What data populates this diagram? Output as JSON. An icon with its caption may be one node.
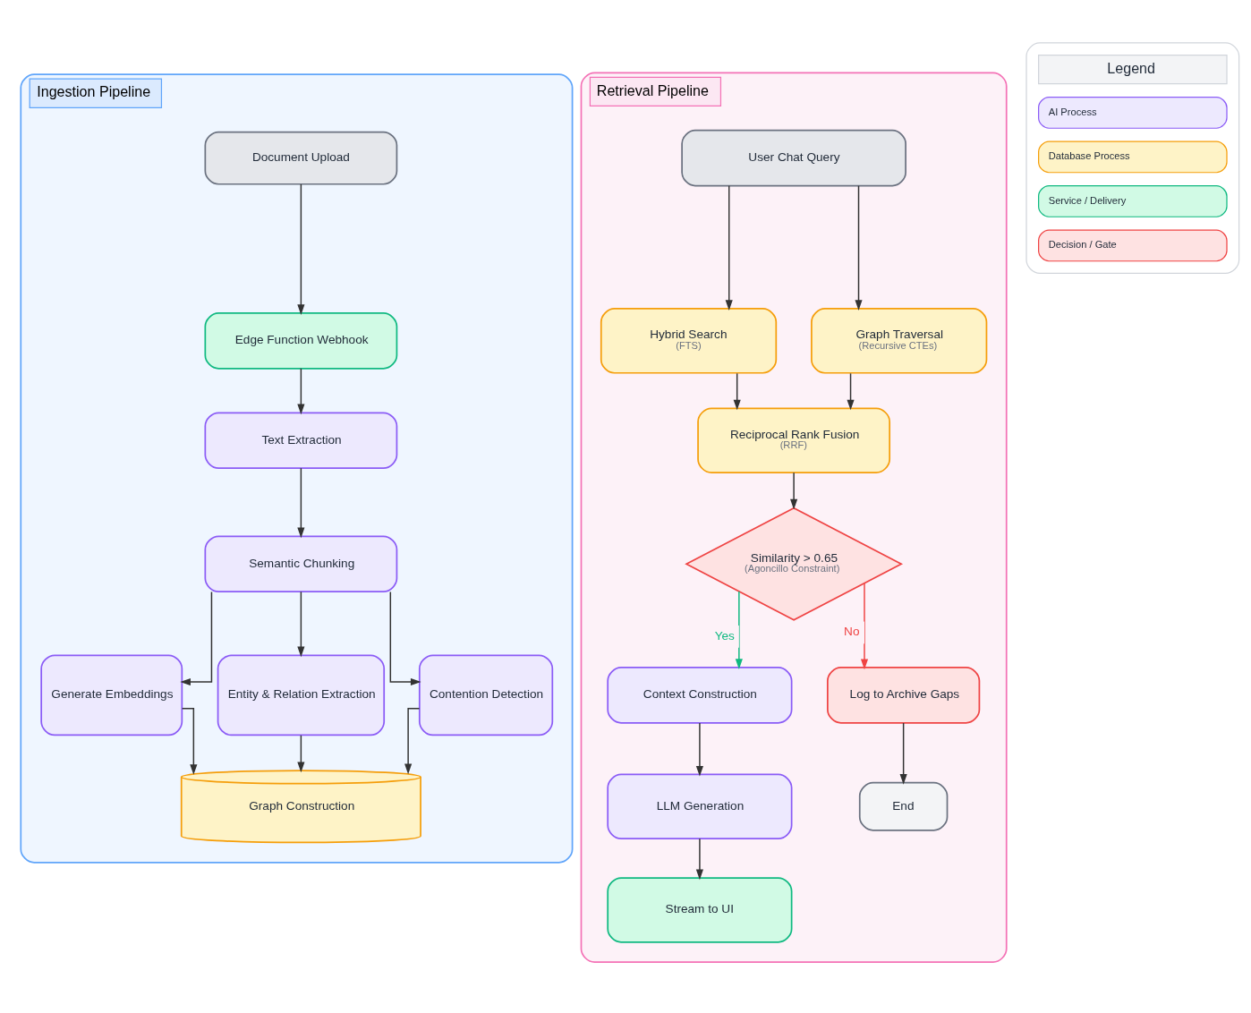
{
  "diagram": {
    "nodes": [
      {
        "text": [
          "Ingestion Pipeline"
        ]
      },
      {
        "text": [
          "Document Upload"
        ],
        "in": 0
      },
      {
        "text": [
          "Edge Function Webhook"
        ],
        "in": 0
      },
      {
        "text": [
          "Text Extraction"
        ],
        "in": 0
      },
      {
        "text": [
          "Semantic Chunking"
        ],
        "in": 0
      },
      {
        "text": [
          "Generate Embeddings"
        ],
        "in": 0
      },
      {
        "text": [
          "Entity & Relation Extraction"
        ],
        "in": 0
      },
      {
        "text": [
          "Contention Detection"
        ],
        "in": 0
      },
      {
        "text": [
          "Graph Construction"
        ],
        "in": 0
      },
      {
        "text": [
          "Retrieval Pipeline"
        ]
      },
      {
        "text": [
          "User Chat Query"
        ],
        "in": 9
      },
      {
        "text": [
          "Hybrid Search",
          "(FTS)"
        ],
        "in": 9
      },
      {
        "text": [
          "Graph Traversal",
          "(Recursive CTEs)"
        ],
        "in": 9
      },
      {
        "text": [
          "Reciprocal Rank Fusion",
          "(RRF)"
        ],
        "in": 9
      },
      {
        "text": [
          "Similarity > 0.65",
          "(Agoncillo Constraint)"
        ],
        "in": 9
      },
      {
        "text": [
          "Context Construction"
        ],
        "in": 9
      },
      {
        "text": [
          "LLM Generation"
        ],
        "in": 9
      },
      {
        "text": [
          "Stream to UI"
        ],
        "in": 9
      },
      {
        "text": [
          "Log to Archive Gaps"
        ],
        "in": 9
      },
      {
        "text": [
          "End"
        ],
        "in": 9
      }
    ],
    "edges": [
      {
        "from": 1,
        "to": 2,
        "arrow": "to"
      },
      {
        "from": 2,
        "to": 3,
        "arrow": "to"
      },
      {
        "from": 3,
        "to": 4,
        "arrow": "to"
      },
      {
        "from": 4,
        "to": 5,
        "arrow": "to"
      },
      {
        "from": 4,
        "to": 6,
        "arrow": "to"
      },
      {
        "from": 4,
        "to": 7,
        "arrow": "to"
      },
      {
        "from": 5,
        "to": 8,
        "arrow": "to"
      },
      {
        "from": 6,
        "to": 8,
        "arrow": "to"
      },
      {
        "from": 7,
        "to": 8,
        "arrow": "to"
      },
      {
        "from": 10,
        "to": 11,
        "arrow": "to"
      },
      {
        "from": 10,
        "to": 12,
        "arrow": "to"
      },
      {
        "from": 11,
        "to": 13,
        "arrow": "to"
      },
      {
        "from": 12,
        "to": 13,
        "arrow": "to"
      },
      {
        "from": 13,
        "to": 14,
        "arrow": "to"
      },
      {
        "from": 14,
        "to": 15,
        "arrow": "to",
        "label": "Yes",
        "color": "#10b981"
      },
      {
        "from": 14,
        "to": 18,
        "arrow": "to",
        "label": "No",
        "color": "#ef4444"
      },
      {
        "from": 15,
        "to": 16,
        "arrow": "to"
      },
      {
        "from": 16,
        "to": 17,
        "arrow": "to"
      },
      {
        "from": 18,
        "to": 19,
        "arrow": "to"
      }
    ],
    "labels": [
      "Legend"
    ],
    "legend": [
      {
        "text": "AI Process",
        "color": "#ede9fe"
      },
      {
        "text": "Database Process",
        "color": "#fef3c7"
      },
      {
        "text": "Service / Delivery",
        "color": "#d1fae5"
      },
      {
        "text": "Decision / Gate",
        "color": "#fee2e2"
      }
    ]
  }
}
